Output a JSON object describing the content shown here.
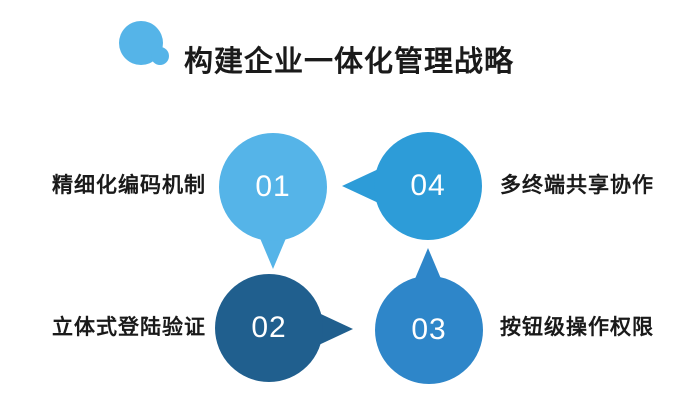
{
  "header": {
    "title": "构建企业一体化管理战略"
  },
  "colors": {
    "background": "#FFFFFF",
    "text": "#1A1A1A",
    "number_text": "#FFFFFF",
    "light_blue": "#55B4E8",
    "cyan_blue": "#2D9CD8",
    "medium_blue": "#2E86C9",
    "dark_blue": "#205F8E"
  },
  "icons": {
    "header_icon": "speech-bubble-icon"
  },
  "bubbles": [
    {
      "number": "01",
      "label": "精细化编码机制",
      "color": "#55B4E8",
      "position": "top-left",
      "tail_direction": "down",
      "label_side": "left"
    },
    {
      "number": "02",
      "label": "立体式登陆验证",
      "color": "#205F8E",
      "position": "bottom-left",
      "tail_direction": "right",
      "label_side": "left"
    },
    {
      "number": "03",
      "label": "按钮级操作权限",
      "color": "#2E86C9",
      "position": "bottom-right",
      "tail_direction": "up",
      "label_side": "right"
    },
    {
      "number": "04",
      "label": "多终端共享协作",
      "color": "#2D9CD8",
      "position": "top-right",
      "tail_direction": "left",
      "label_side": "right"
    }
  ]
}
